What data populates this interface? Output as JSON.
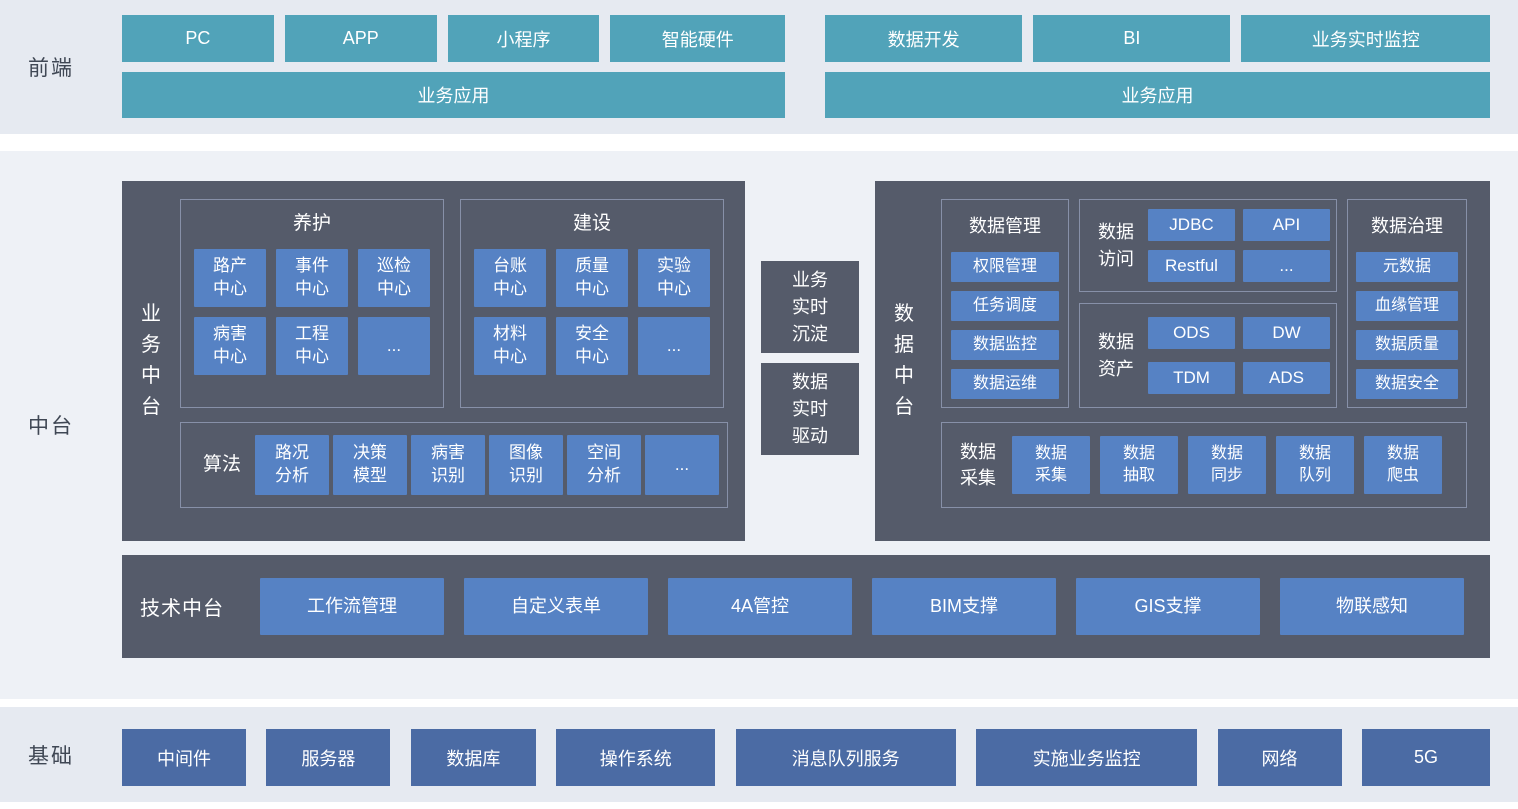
{
  "colors": {
    "teal": "#51a3b9",
    "slate": "#555b6a",
    "blue": "#5682c4",
    "base_blue": "#4b6ba4",
    "line": "#8790a8",
    "band_bg": "#e6eaf1",
    "band_mid_bg": "#eef1f6"
  },
  "front": {
    "label": "前端",
    "left": {
      "top": [
        "PC",
        "APP",
        "小程序",
        "智能硬件"
      ],
      "bottom": "业务应用"
    },
    "right": {
      "top": [
        "数据开发",
        "BI",
        "业务实时监控"
      ],
      "bottom": "业务应用"
    }
  },
  "middle": {
    "label": "中台",
    "business": {
      "title": "业\n务\n中\n台",
      "maintenance": {
        "title": "养护",
        "items": [
          "路产\n中心",
          "事件\n中心",
          "巡检\n中心",
          "病害\n中心",
          "工程\n中心",
          "..."
        ]
      },
      "construction": {
        "title": "建设",
        "items": [
          "台账\n中心",
          "质量\n中心",
          "实验\n中心",
          "材料\n中心",
          "安全\n中心",
          "..."
        ]
      },
      "algorithm": {
        "label": "算法",
        "items": [
          "路况\n分析",
          "决策\n模型",
          "病害\n识别",
          "图像\n识别",
          "空间\n分析",
          "..."
        ]
      }
    },
    "connectors": [
      "业务\n实时\n沉淀",
      "数据\n实时\n驱动"
    ],
    "data": {
      "title": "数\n据\n中\n台",
      "management": {
        "title": "数据管理",
        "items": [
          "权限管理",
          "任务调度",
          "数据监控",
          "数据运维"
        ]
      },
      "access": {
        "label": "数据\n访问",
        "items": [
          "JDBC",
          "API",
          "Restful",
          "..."
        ]
      },
      "assets": {
        "label": "数据\n资产",
        "items": [
          "ODS",
          "DW",
          "TDM",
          "ADS"
        ]
      },
      "governance": {
        "title": "数据治理",
        "items": [
          "元数据",
          "血缘管理",
          "数据质量",
          "数据安全"
        ]
      },
      "collection": {
        "label": "数据\n采集",
        "items": [
          "数据\n采集",
          "数据\n抽取",
          "数据\n同步",
          "数据\n队列",
          "数据\n爬虫"
        ]
      }
    },
    "tech": {
      "title": "技术中台",
      "items": [
        "工作流管理",
        "自定义表单",
        "4A管控",
        "BIM支撑",
        "GIS支撑",
        "物联感知"
      ]
    }
  },
  "base": {
    "label": "基础",
    "items": [
      "中间件",
      "服务器",
      "数据库",
      "操作系统",
      "消息队列服务",
      "实施业务监控",
      "网络",
      "5G"
    ]
  }
}
